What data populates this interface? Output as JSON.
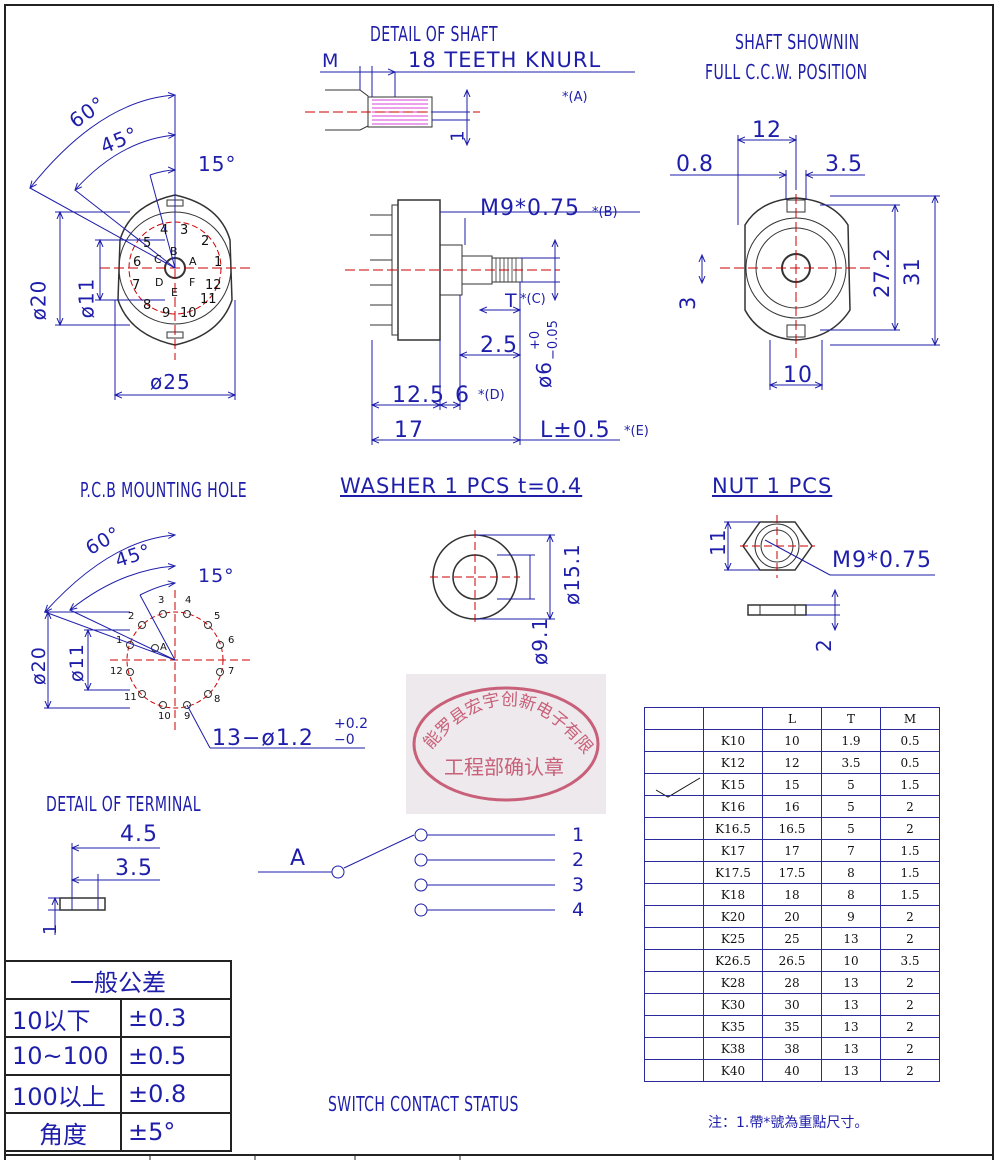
{
  "titles": {
    "detail_shaft": "DETAIL OF SHAFT",
    "shaft_shown_1": "SHAFT SHOWNIN",
    "shaft_shown_2": "FULL C.C.W. POSITION",
    "pcb_mounting": "P.C.B MOUNTING HOLE",
    "washer": "WASHER 1 PCS t=0.4",
    "nut": "NUT 1 PCS",
    "detail_terminal": "DETAIL OF TERMINAL",
    "switch_contact": "SWITCH CONTACT STATUS"
  },
  "dims": {
    "m": "M",
    "knurl": "18 TEETH KNURL",
    "mark_a": "*(A)",
    "one": "1",
    "angle60": "60°",
    "angle45": "45°",
    "angle15": "15°",
    "d20": "ø20",
    "d11": "ø11",
    "d25": "ø25",
    "thread": "M9*0.75",
    "mark_b": "*(B)",
    "t_label": "T",
    "mark_c": "*(C)",
    "d25b": "2.5",
    "d6": "ø6",
    "tol6_top": "+0",
    "tol6_bot": "−0.05",
    "d125": "12.5",
    "d6b": "6",
    "mark_d": "*(D)",
    "d17": "17",
    "l05": "L±0.5",
    "mark_e": "*(E)",
    "d12": "12",
    "d08": "0.8",
    "d35": "3.5",
    "d3": "3",
    "d272": "27.2",
    "d31": "31",
    "d10": "10",
    "d151": "ø15.1",
    "d91": "ø9.1",
    "nut11": "11",
    "nut_thread": "M9*0.75",
    "nut2": "2",
    "holes": "13−ø1.2",
    "holes_tol_top": "+0.2",
    "holes_tol_bot": "−0",
    "term45": "4.5",
    "term35": "3.5",
    "term1": "1",
    "sw_a": "A"
  },
  "rotor_labels": [
    "4",
    "3",
    "2",
    "1",
    "12",
    "11",
    "10",
    "9",
    "8",
    "7",
    "6",
    "5"
  ],
  "rotor_letters": [
    "C",
    "B",
    "A",
    "D",
    "E",
    "F"
  ],
  "pcb_labels": [
    "3",
    "4",
    "5",
    "6",
    "7",
    "8",
    "9",
    "10",
    "11",
    "12",
    "1",
    "2",
    "A"
  ],
  "switch_positions": [
    "1",
    "2",
    "3",
    "4"
  ],
  "stamp": {
    "line1": "能罗县宏宇创新电子有限公司",
    "line2": "工程部确认章"
  },
  "table": {
    "headers": [
      "",
      "",
      "L",
      "T",
      "M"
    ],
    "rows": [
      [
        "",
        "K10",
        "10",
        "1.9",
        "0.5"
      ],
      [
        "",
        "K12",
        "12",
        "3.5",
        "0.5"
      ],
      [
        "✓",
        "K15",
        "15",
        "5",
        "1.5"
      ],
      [
        "",
        "K16",
        "16",
        "5",
        "2"
      ],
      [
        "",
        "K16.5",
        "16.5",
        "5",
        "2"
      ],
      [
        "",
        "K17",
        "17",
        "7",
        "1.5"
      ],
      [
        "",
        "K17.5",
        "17.5",
        "8",
        "1.5"
      ],
      [
        "",
        "K18",
        "18",
        "8",
        "1.5"
      ],
      [
        "",
        "K20",
        "20",
        "9",
        "2"
      ],
      [
        "",
        "K25",
        "25",
        "13",
        "2"
      ],
      [
        "",
        "K26.5",
        "26.5",
        "10",
        "3.5"
      ],
      [
        "",
        "K28",
        "28",
        "13",
        "2"
      ],
      [
        "",
        "K30",
        "30",
        "13",
        "2"
      ],
      [
        "",
        "K35",
        "35",
        "13",
        "2"
      ],
      [
        "",
        "K38",
        "38",
        "13",
        "2"
      ],
      [
        "",
        "K40",
        "40",
        "13",
        "2"
      ]
    ]
  },
  "tolerance": {
    "title": "一般公差",
    "rows": [
      [
        "10以下",
        "±0.3"
      ],
      [
        "10~100",
        "±0.5"
      ],
      [
        "100以上",
        "±0.8"
      ],
      [
        "角度",
        "±5°"
      ]
    ]
  },
  "note": "注：1.帶*號為重點尺寸。"
}
